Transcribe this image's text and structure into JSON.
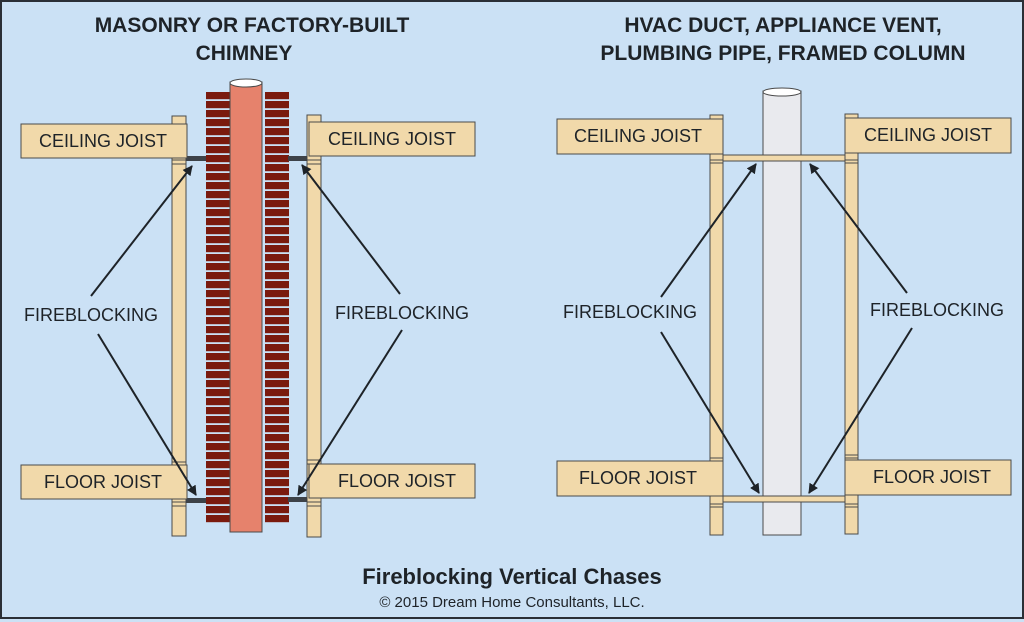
{
  "colors": {
    "background": "#cbe1f5",
    "wood": "#f1d9aa",
    "outline": "#4a4a4a",
    "brick": "#7a1a0e",
    "flue": "#e6826c",
    "pipe": "#e9eaee",
    "fireblock_left": "#3d4248",
    "text": "#1e2328"
  },
  "left_panel": {
    "title_line1": "MASONRY OR FACTORY-BUILT",
    "title_line2": "CHIMNEY",
    "ceiling_joist_left": "CEILING JOIST",
    "ceiling_joist_right": "CEILING JOIST",
    "floor_joist_left": "FLOOR JOIST",
    "floor_joist_right": "FLOOR JOIST",
    "fireblocking_left": "FIREBLOCKING",
    "fireblocking_right": "FIREBLOCKING"
  },
  "right_panel": {
    "title_line1": "HVAC DUCT, APPLIANCE VENT,",
    "title_line2": "PLUMBING PIPE, FRAMED COLUMN",
    "ceiling_joist_left": "CEILING JOIST",
    "ceiling_joist_right": "CEILING JOIST",
    "floor_joist_left": "FLOOR JOIST",
    "floor_joist_right": "FLOOR JOIST",
    "fireblocking_left": "FIREBLOCKING",
    "fireblocking_right": "FIREBLOCKING"
  },
  "caption": {
    "title": "Fireblocking Vertical Chases",
    "copyright": "© 2015 Dream Home Consultants, LLC."
  }
}
